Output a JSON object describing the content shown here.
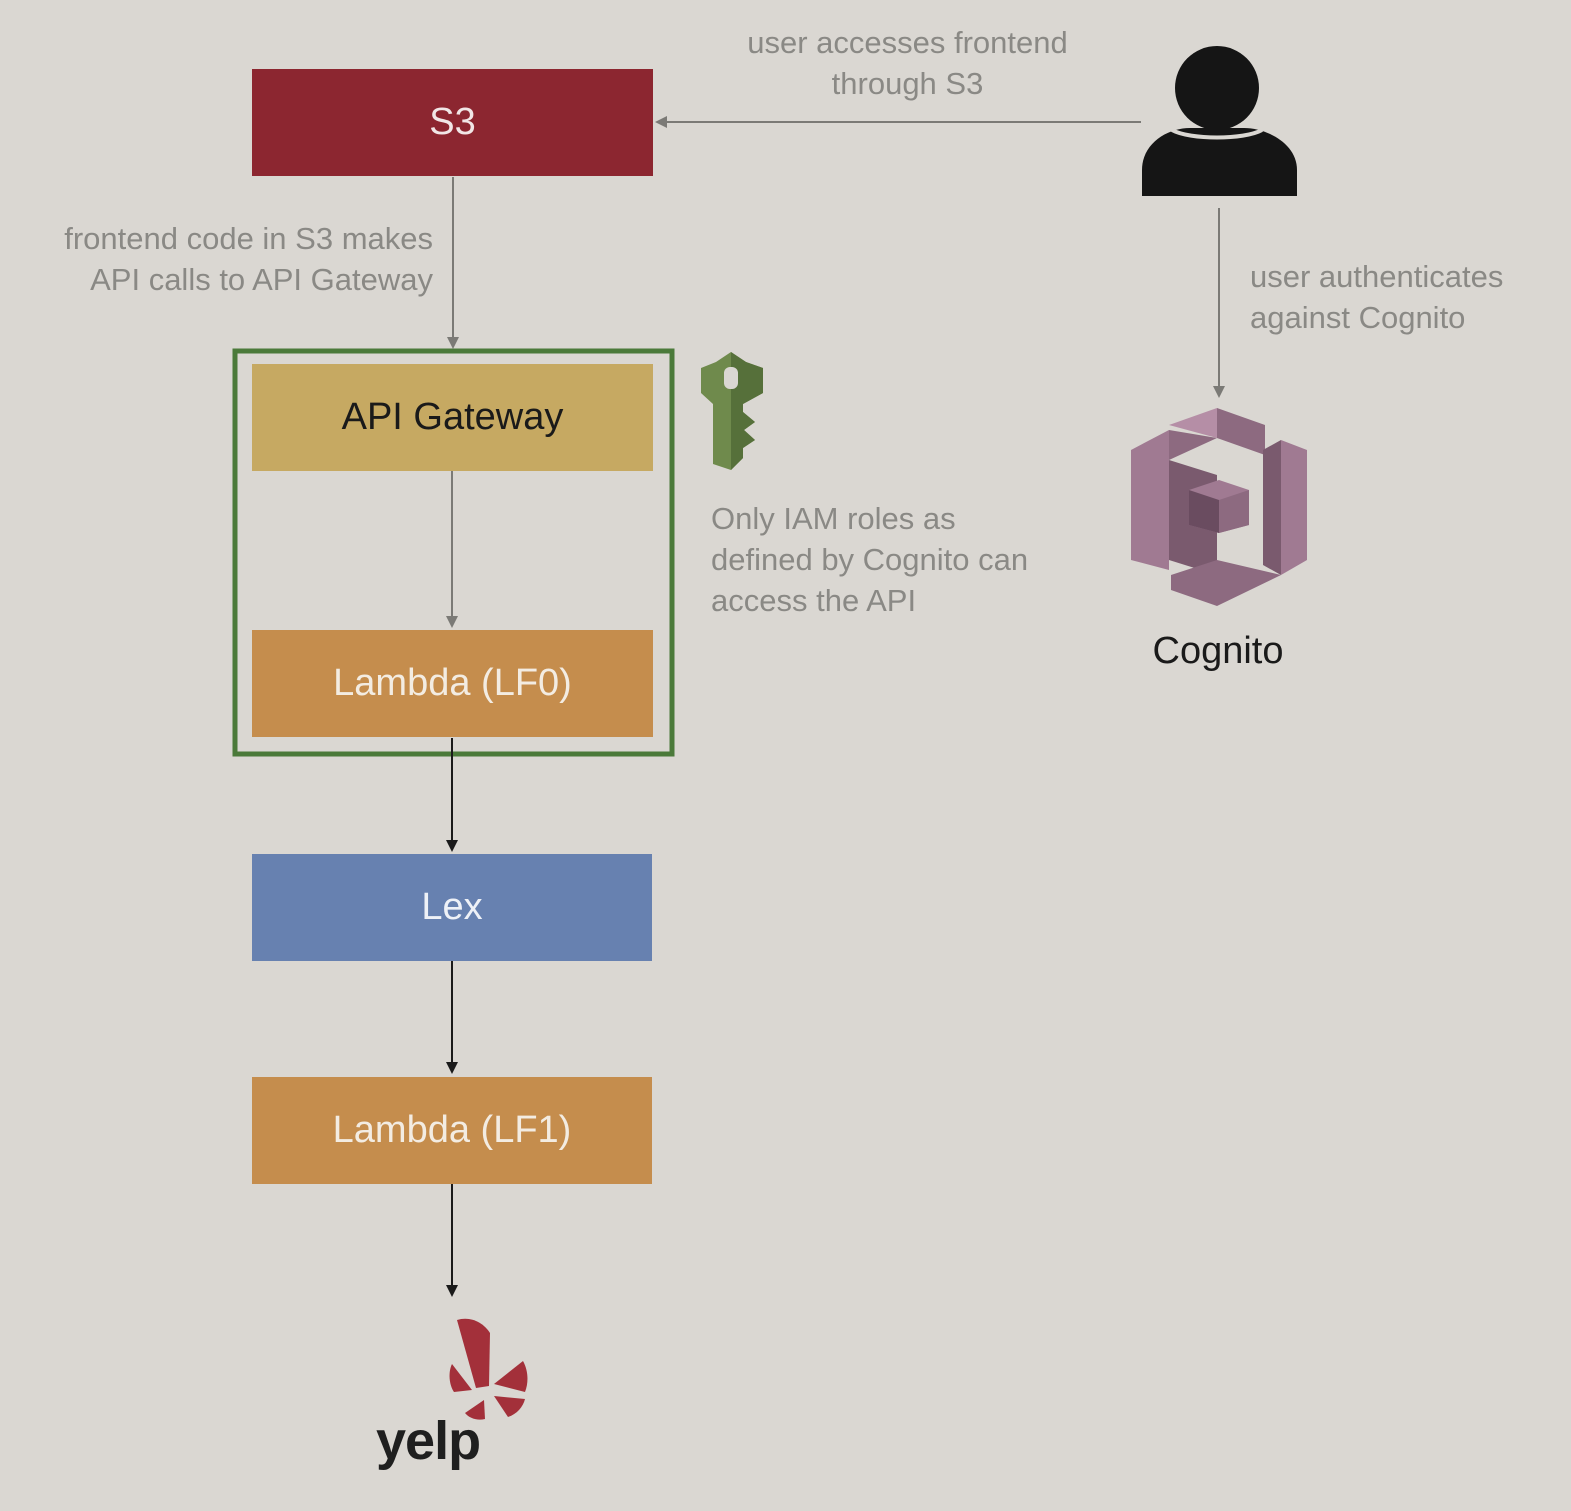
{
  "nodes": {
    "s3": {
      "label": "S3",
      "color": "#8c2630"
    },
    "api_gateway": {
      "label": "API Gateway",
      "color": "#c6a962"
    },
    "lambda_lf0": {
      "label": "Lambda (LF0)",
      "color": "#c58d4d"
    },
    "lex": {
      "label": "Lex",
      "color": "#6781b0"
    },
    "lambda_lf1": {
      "label": "Lambda (LF1)",
      "color": "#c58d4d"
    },
    "cognito": {
      "label": "Cognito",
      "color": "#a07a92"
    },
    "yelp": {
      "label": "yelp",
      "color": "#a3303a"
    },
    "user": {
      "icon": "user-icon"
    },
    "key": {
      "icon": "key-icon",
      "color": "#6f8a4c"
    }
  },
  "group_border_color": "#4b7a3a",
  "annotations": {
    "user_to_s3": [
      "user accesses frontend",
      "through S3"
    ],
    "s3_to_api": [
      "frontend code in S3 makes",
      "API calls to API Gateway"
    ],
    "user_to_cognito": [
      "user authenticates",
      "against Cognito"
    ],
    "iam_note": [
      "Only IAM roles as",
      "defined by Cognito can",
      "access the API"
    ]
  }
}
